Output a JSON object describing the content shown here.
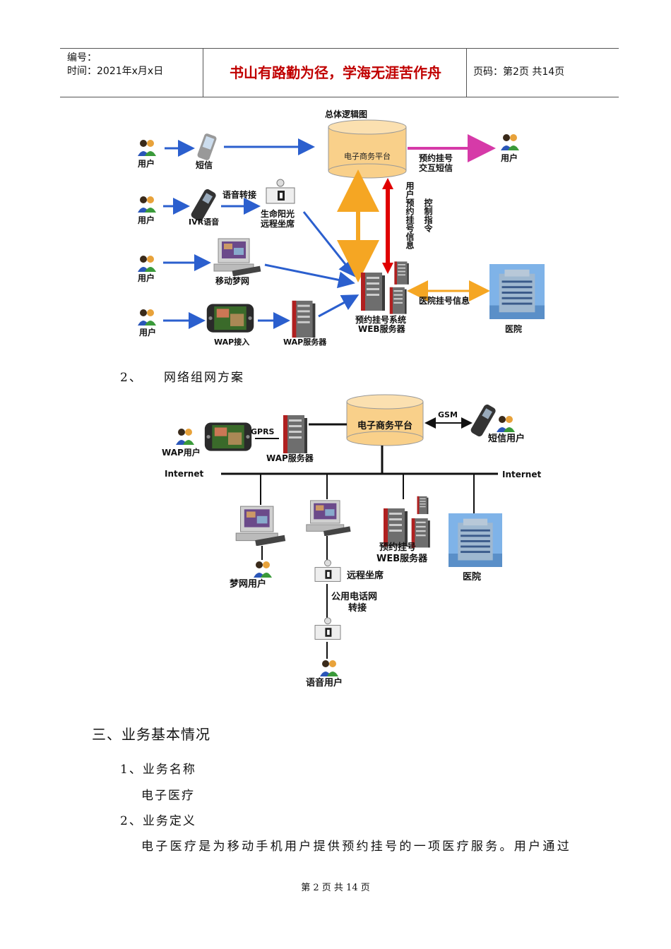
{
  "header": {
    "number_label": "编号：",
    "time_label": "时间：2021年x月x日",
    "motto": "书山有路勤为径，学海无涯苦作舟",
    "page_info": "页码：第2页  共14页"
  },
  "diagram1": {
    "title": "总体逻辑图",
    "platform": "电子商务平台",
    "user": "用户",
    "sms": "短信",
    "ivr": "IVR语音",
    "voice_transfer": "语音转接",
    "remote_seat_l1": "生命阳光",
    "remote_seat_l2": "远程坐席",
    "mobile_dream": "移动梦网",
    "wap_access": "WAP接入",
    "wap_server": "WAP服务器",
    "web_server_l1": "预约挂号系统",
    "web_server_l2": "WEB服务器",
    "hospital": "医院",
    "hospital_info": "医院挂号信息",
    "sms_interact_l1": "预约挂号",
    "sms_interact_l2": "交互短信",
    "user_info_vertical": "用户预约挂号信息",
    "control_vertical": "控制指令"
  },
  "section2": {
    "number": "2、",
    "title": "网络组网方案"
  },
  "diagram2": {
    "platform": "电子商务平台",
    "gsm": "GSM",
    "sms_user": "短信用户",
    "gprs": "GPRS",
    "wap_user": "WAP用户",
    "wap_server": "WAP服务器",
    "internet_left": "Internet",
    "internet_right": "Internet",
    "dream_user": "梦网用户",
    "remote_seat": "远程坐席",
    "pstn_l1": "公用电话网",
    "pstn_l2": "转接",
    "voice_user": "语音用户",
    "web_server_l1": "预约挂号",
    "web_server_l2": "WEB服务器",
    "hospital": "医院"
  },
  "section3": {
    "heading": "三、业务基本情况",
    "item1": "1、业务名称",
    "item1_value": "电子医疗",
    "item2": "2、业务定义",
    "item2_text": "电子医疗是为移动手机用户提供预约挂号的一项医疗服务。用户通过"
  },
  "footer": {
    "text": "第 2 页 共 14 页"
  },
  "colors": {
    "motto": "#c00000",
    "arrow_blue": "#2b5fce",
    "arrow_orange": "#f5a623",
    "arrow_red": "#e00000",
    "arrow_magenta": "#d63aa8",
    "cylinder": "#f9d08a"
  }
}
